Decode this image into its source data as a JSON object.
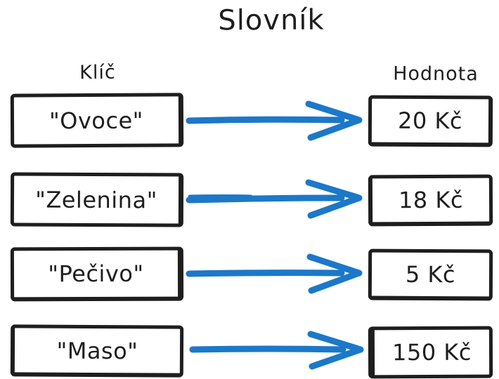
{
  "title": "Slovník",
  "columns": {
    "key": "Klíč",
    "value": "Hodnota"
  },
  "entries": [
    {
      "key": "\"Ovoce\"",
      "value": "20 Kč"
    },
    {
      "key": "\"Zelenina\"",
      "value": "18 Kč"
    },
    {
      "key": "\"Pečivo\"",
      "value": "5 Kč"
    },
    {
      "key": "\"Maso\"",
      "value": "150 Kč"
    }
  ],
  "colors": {
    "stroke": "#1e1e1e",
    "arrow": "#1c78c8",
    "background": "#ffffff"
  }
}
